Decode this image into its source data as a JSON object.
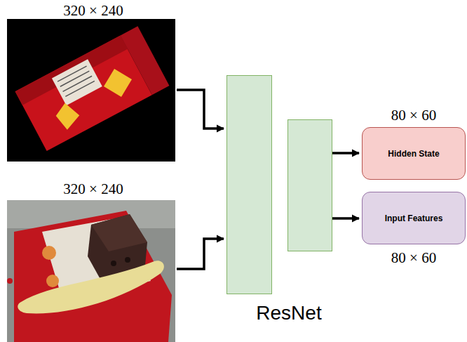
{
  "diagram": {
    "nodes": [
      {
        "text": [
          "ResNet"
        ]
      },
      {
        "text": [
          "Hidden State"
        ]
      },
      {
        "text": [
          "Input Features"
        ]
      }
    ],
    "labels": [
      "320 × 240",
      "320 × 240",
      "80 × 60",
      "80 × 60"
    ]
  }
}
